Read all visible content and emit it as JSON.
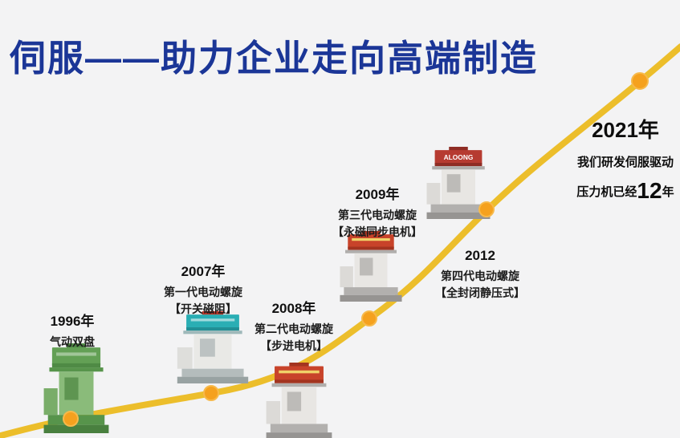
{
  "title": "伺服——助力企业走向高端制造",
  "colors": {
    "title_blue": "#1b3697",
    "curve_gold": "#ecbe2b",
    "dot_orange": "#f5a11e",
    "machine_green": "#63a055",
    "machine_teal": "#2aaeb4",
    "machine_red": "#c8432a"
  },
  "milestones": [
    {
      "year": "1996年",
      "lines": [
        "气动双盘"
      ]
    },
    {
      "year": "2007年",
      "lines": [
        "第一代电动螺旋",
        "【开关磁阻】"
      ]
    },
    {
      "year": "2008年",
      "lines": [
        "第二代电动螺旋",
        "【步进电机】"
      ]
    },
    {
      "year": "2009年",
      "lines": [
        "第三代电动螺旋",
        "【永磁同步电机】"
      ]
    },
    {
      "year": "2012",
      "lines": [
        "第四代电动螺旋",
        "【全封闭静压式】"
      ]
    }
  ],
  "finale": {
    "year": "2021年",
    "line1": "我们研发伺服驱动",
    "line2_prefix": "压力机已经",
    "line2_big": "12",
    "line2_suffix": "年"
  },
  "machine_brand": "ALOONG"
}
